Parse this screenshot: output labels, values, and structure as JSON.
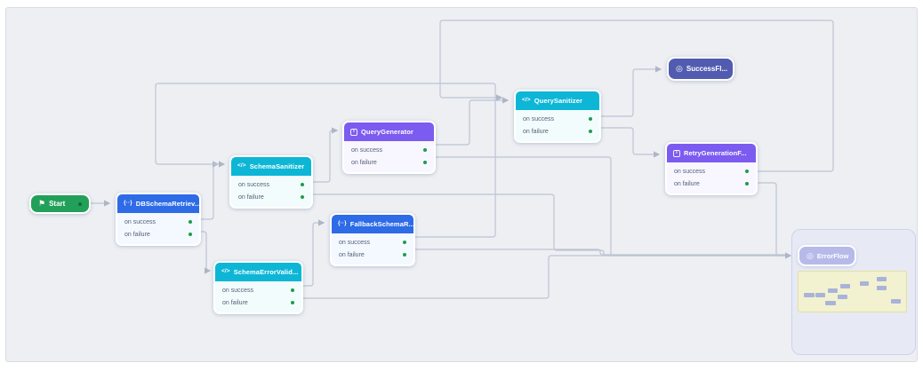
{
  "canvas": {
    "background": "#edeff3",
    "edge_color": "#bdc4d3"
  },
  "icons": {
    "flag": "⚑",
    "braces": "{··}",
    "code": "</>",
    "template": "T",
    "target": "◎"
  },
  "port_colors": {
    "output_dot": "#1a9e4b"
  },
  "nodes": {
    "start": {
      "title": "Start",
      "icon": "flag-icon",
      "color": "#22a05a"
    },
    "db_schema_retriever": {
      "title": "DBSchemaRetriev...",
      "icon": "braces-icon",
      "color": "#2e6be6",
      "outputs": [
        "on success",
        "on failure"
      ]
    },
    "schema_sanitizer": {
      "title": "SchemaSanitizer",
      "icon": "code-icon",
      "color": "#0eb6d6",
      "outputs": [
        "on success",
        "on failure"
      ]
    },
    "query_generator": {
      "title": "QueryGenerator",
      "icon": "template-icon",
      "color": "#7b5bf0",
      "outputs": [
        "on success",
        "on failure"
      ]
    },
    "query_sanitizer": {
      "title": "QuerySanitizer",
      "icon": "code-icon",
      "color": "#0eb6d6",
      "outputs": [
        "on success",
        "on failure"
      ]
    },
    "success_flow": {
      "title": "SuccessFl...",
      "icon": "target-icon",
      "color": "#515cb0"
    },
    "retry_generation": {
      "title": "RetryGenerationF...",
      "icon": "template-icon",
      "color": "#7b5bf0",
      "outputs": [
        "on success",
        "on failure"
      ]
    },
    "fallback_schema": {
      "title": "FallbackSchemaR...",
      "icon": "braces-icon",
      "color": "#2e6be6",
      "outputs": [
        "on success",
        "on failure"
      ]
    },
    "schema_error_validator": {
      "title": "SchemaErrorValid...",
      "icon": "code-icon",
      "color": "#0eb6d6",
      "outputs": [
        "on success",
        "on failure"
      ]
    },
    "error_flow": {
      "title": "ErrorFlow",
      "icon": "target-icon",
      "color": "#b7bae9"
    }
  },
  "edges": [
    {
      "from": "start",
      "to": "db_schema_retriever",
      "branch": "out"
    },
    {
      "from": "db_schema_retriever",
      "to": "schema_sanitizer",
      "branch": "on success"
    },
    {
      "from": "db_schema_retriever",
      "to": "schema_error_validator",
      "branch": "on failure"
    },
    {
      "from": "schema_sanitizer",
      "to": "query_generator",
      "branch": "on success"
    },
    {
      "from": "schema_sanitizer",
      "to": "error_flow",
      "branch": "on failure"
    },
    {
      "from": "query_generator",
      "to": "query_sanitizer",
      "branch": "on success"
    },
    {
      "from": "query_generator",
      "to": "error_flow",
      "branch": "on failure"
    },
    {
      "from": "query_sanitizer",
      "to": "success_flow",
      "branch": "on success"
    },
    {
      "from": "query_sanitizer",
      "to": "retry_generation",
      "branch": "on failure"
    },
    {
      "from": "retry_generation",
      "to": "query_sanitizer",
      "branch": "on success"
    },
    {
      "from": "retry_generation",
      "to": "error_flow",
      "branch": "on failure"
    },
    {
      "from": "fallback_schema",
      "to": "schema_sanitizer",
      "branch": "on success"
    },
    {
      "from": "fallback_schema",
      "to": "error_flow",
      "branch": "on failure"
    },
    {
      "from": "schema_error_validator",
      "to": "fallback_schema",
      "branch": "on success"
    },
    {
      "from": "schema_error_validator",
      "to": "error_flow",
      "branch": "on failure"
    }
  ]
}
